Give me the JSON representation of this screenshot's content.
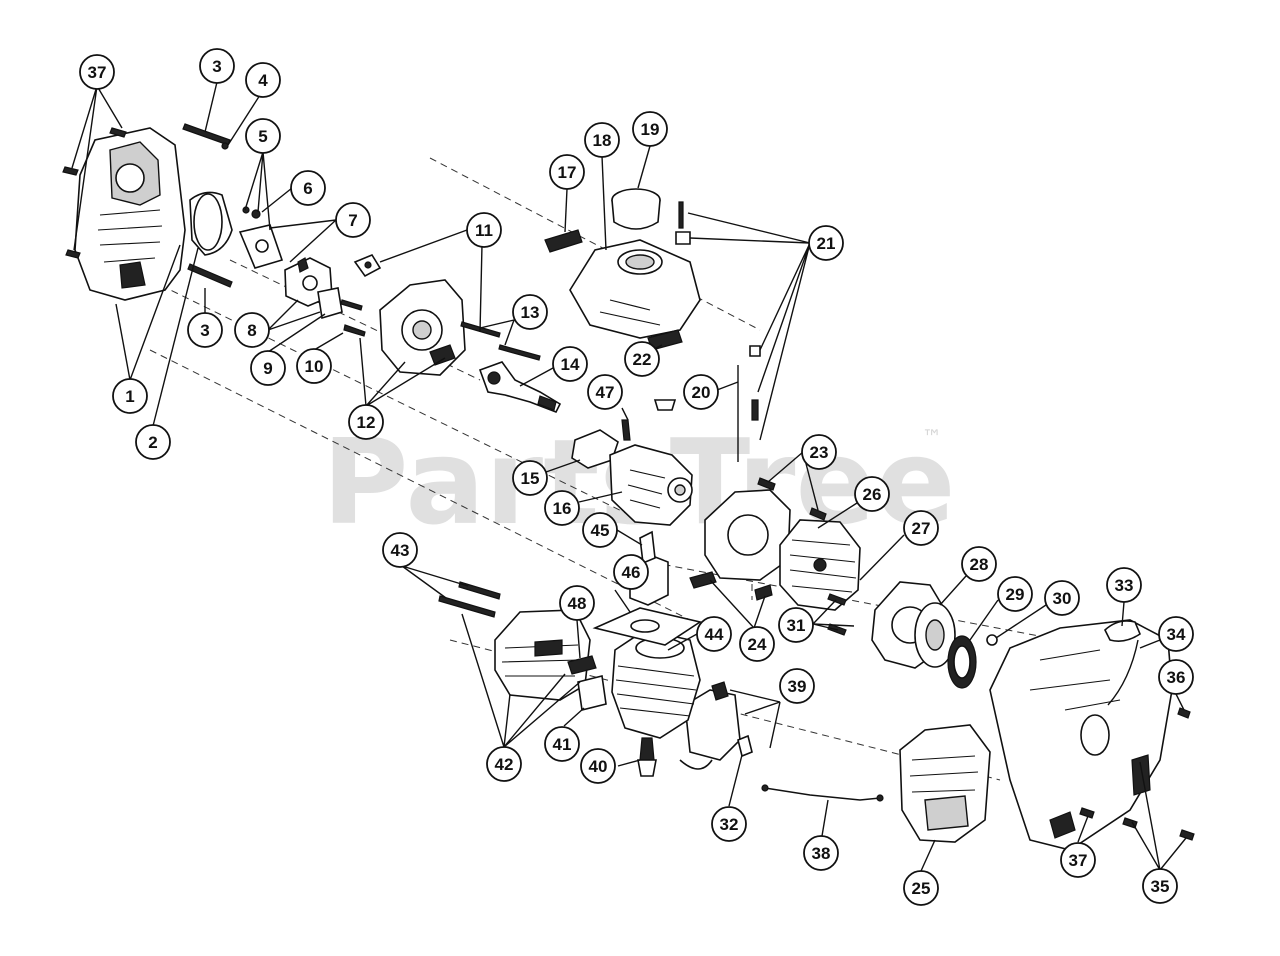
{
  "watermark": {
    "brand": "PartsTree",
    "trademark": "™"
  },
  "colors": {
    "line": "#111111",
    "watermark": "#b4b4b4",
    "background": "#ffffff"
  },
  "callouts": [
    {
      "id": "1",
      "label": "1"
    },
    {
      "id": "2",
      "label": "2"
    },
    {
      "id": "3a",
      "label": "3"
    },
    {
      "id": "3b",
      "label": "3"
    },
    {
      "id": "4",
      "label": "4"
    },
    {
      "id": "5",
      "label": "5"
    },
    {
      "id": "6",
      "label": "6"
    },
    {
      "id": "7",
      "label": "7"
    },
    {
      "id": "8",
      "label": "8"
    },
    {
      "id": "9",
      "label": "9"
    },
    {
      "id": "10",
      "label": "10"
    },
    {
      "id": "11",
      "label": "11"
    },
    {
      "id": "12",
      "label": "12"
    },
    {
      "id": "13",
      "label": "13"
    },
    {
      "id": "14",
      "label": "14"
    },
    {
      "id": "15",
      "label": "15"
    },
    {
      "id": "16",
      "label": "16"
    },
    {
      "id": "17",
      "label": "17"
    },
    {
      "id": "18",
      "label": "18"
    },
    {
      "id": "19",
      "label": "19"
    },
    {
      "id": "20",
      "label": "20"
    },
    {
      "id": "21",
      "label": "21"
    },
    {
      "id": "22",
      "label": "22"
    },
    {
      "id": "23",
      "label": "23"
    },
    {
      "id": "24",
      "label": "24"
    },
    {
      "id": "25",
      "label": "25"
    },
    {
      "id": "26",
      "label": "26"
    },
    {
      "id": "27",
      "label": "27"
    },
    {
      "id": "28",
      "label": "28"
    },
    {
      "id": "29",
      "label": "29"
    },
    {
      "id": "30",
      "label": "30"
    },
    {
      "id": "31",
      "label": "31"
    },
    {
      "id": "32",
      "label": "32"
    },
    {
      "id": "33",
      "label": "33"
    },
    {
      "id": "34",
      "label": "34"
    },
    {
      "id": "35",
      "label": "35"
    },
    {
      "id": "36",
      "label": "36"
    },
    {
      "id": "37a",
      "label": "37"
    },
    {
      "id": "37b",
      "label": "37"
    },
    {
      "id": "38",
      "label": "38"
    },
    {
      "id": "39",
      "label": "39"
    },
    {
      "id": "40",
      "label": "40"
    },
    {
      "id": "41",
      "label": "41"
    },
    {
      "id": "42",
      "label": "42"
    },
    {
      "id": "43",
      "label": "43"
    },
    {
      "id": "44",
      "label": "44"
    },
    {
      "id": "45",
      "label": "45"
    },
    {
      "id": "46",
      "label": "46"
    },
    {
      "id": "47",
      "label": "47"
    },
    {
      "id": "48",
      "label": "48"
    }
  ]
}
